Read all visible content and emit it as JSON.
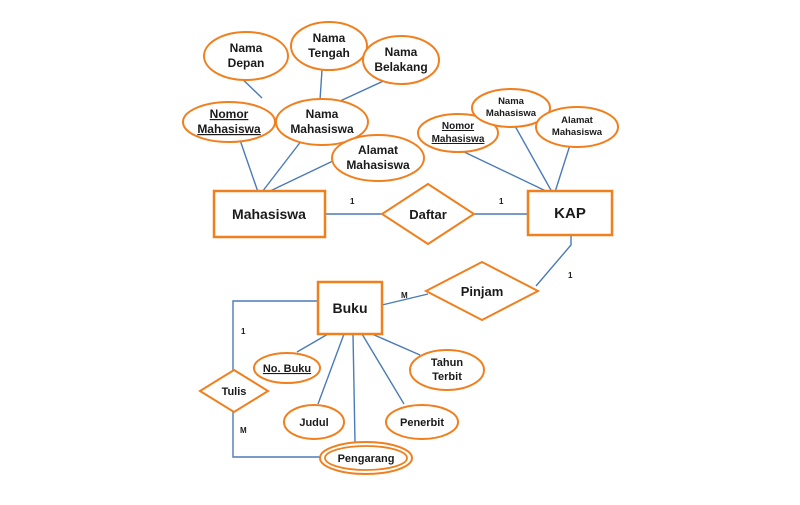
{
  "colors": {
    "shape_stroke": "#f07f1e",
    "connector": "#4a7bb7",
    "text": "#1a1a1a",
    "background": "#ffffff"
  },
  "entities": {
    "mahasiswa": "Mahasiswa",
    "kap": "KAP",
    "buku": "Buku"
  },
  "relationships": {
    "daftar": "Daftar",
    "pinjam": "Pinjam",
    "tulis": "Tulis"
  },
  "attributes": {
    "nama_depan": [
      "Nama",
      "Depan"
    ],
    "nama_tengah": [
      "Nama",
      "Tengah"
    ],
    "nama_belakang": [
      "Nama",
      "Belakang"
    ],
    "nomor_mahasiswa": [
      "Nomor",
      "Mahasiswa"
    ],
    "nama_mahasiswa": [
      "Nama",
      "Mahasiswa"
    ],
    "alamat_mahasiswa": [
      "Alamat",
      "Mahasiswa"
    ],
    "kap_nomor_mahasiswa": [
      "Nomor",
      "Mahasiswa"
    ],
    "kap_nama_mahasiswa": [
      "Nama",
      "Mahasiswa"
    ],
    "kap_alamat_mahasiswa": [
      "Alamat",
      "Mahasiswa"
    ],
    "no_buku": "No. Buku",
    "tahun_terbit": [
      "Tahun",
      "Terbit"
    ],
    "judul": "Judul",
    "penerbit": "Penerbit",
    "pengarang": "Pengarang"
  },
  "cardinalities": {
    "mahasiswa_daftar": "1",
    "kap_daftar": "1",
    "kap_pinjam": "1",
    "buku_pinjam": "M",
    "buku_tulis": "1",
    "pengarang_tulis": "M"
  }
}
